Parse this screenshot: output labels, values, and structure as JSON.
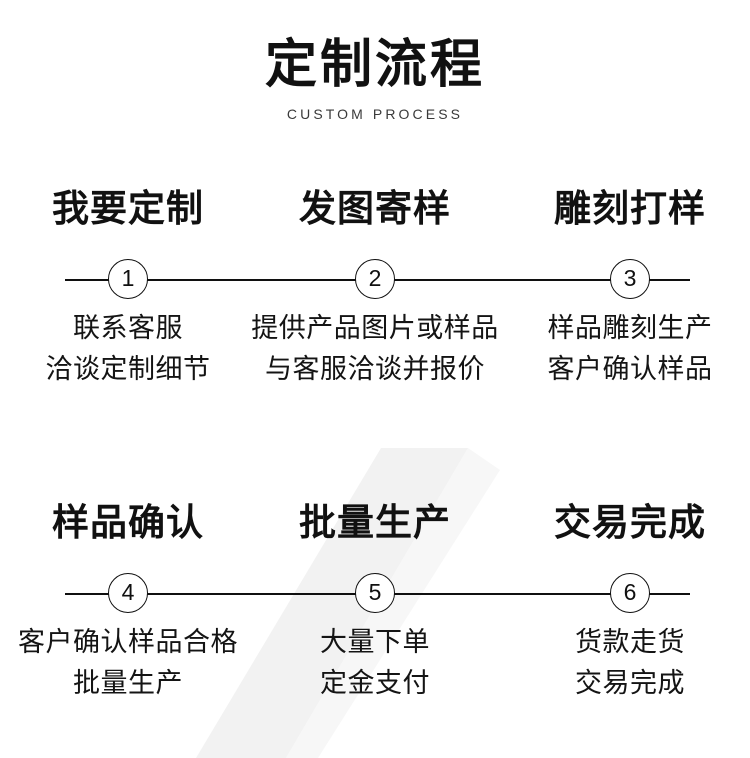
{
  "header": {
    "title": "定制流程",
    "subtitle": "CUSTOM PROCESS"
  },
  "theme": {
    "background": "#ffffff",
    "text": "#111111",
    "line": "#101010",
    "watermark": "#f1f1f1"
  },
  "rows": [
    {
      "steps": [
        {
          "number": "1",
          "heading": "我要定制",
          "desc_lines": [
            "联系客服",
            "洽谈定制细节"
          ]
        },
        {
          "number": "2",
          "heading": "发图寄样",
          "desc_lines": [
            "提供产品图片或样品",
            "与客服洽谈并报价"
          ]
        },
        {
          "number": "3",
          "heading": "雕刻打样",
          "desc_lines": [
            "样品雕刻生产",
            "客户确认样品"
          ]
        }
      ]
    },
    {
      "steps": [
        {
          "number": "4",
          "heading": "样品确认",
          "desc_lines": [
            "客户确认样品合格",
            "批量生产"
          ]
        },
        {
          "number": "5",
          "heading": "批量生产",
          "desc_lines": [
            "大量下单",
            "定金支付"
          ]
        },
        {
          "number": "6",
          "heading": "交易完成",
          "desc_lines": [
            "货款走货",
            "交易完成"
          ]
        }
      ]
    }
  ]
}
